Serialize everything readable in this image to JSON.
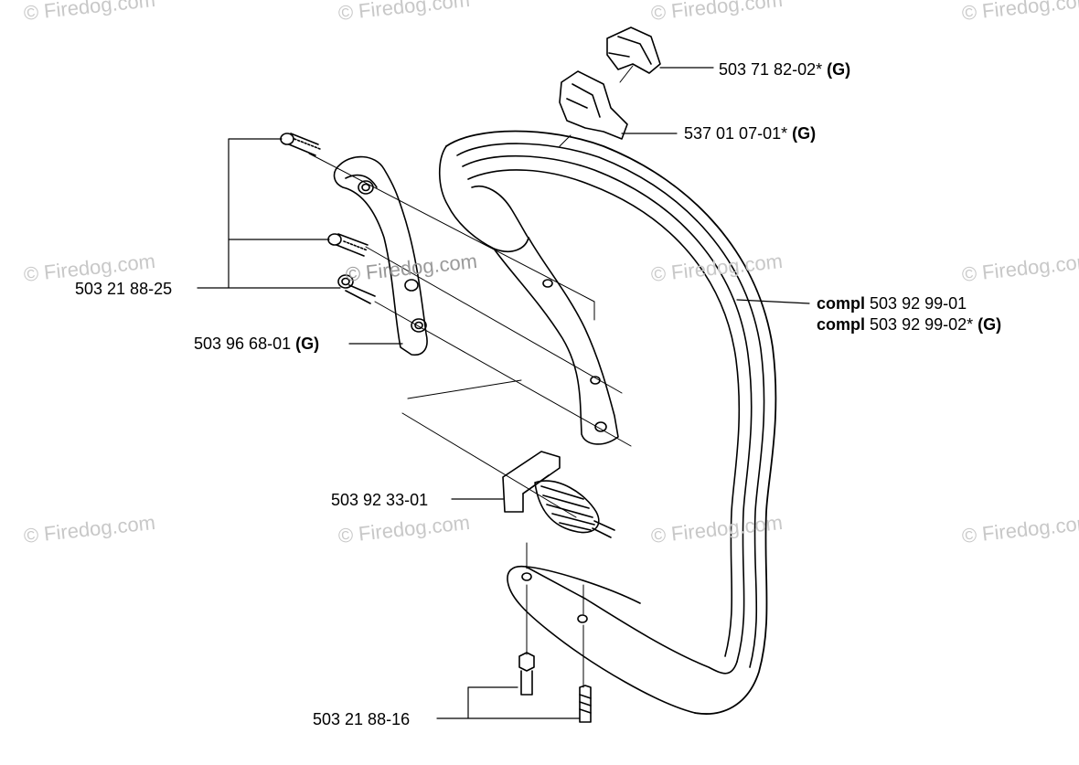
{
  "watermark": "© Firedog.com",
  "labels": {
    "p1": {
      "number": "503 71 82-02*",
      "suffix": "(G)"
    },
    "p2": {
      "number": "537 01 07-01*",
      "suffix": "(G)"
    },
    "p3": {
      "number": "503 21 88-25"
    },
    "p4": {
      "number": "503 96 68-01",
      "suffix": "(G)"
    },
    "p5": {
      "prefix": "compl",
      "number": "503 92 99-01"
    },
    "p6": {
      "prefix": "compl",
      "number": "503 92 99-02*",
      "suffix": "(G)"
    },
    "p7": {
      "number": "503 92 33-01"
    },
    "p8": {
      "number": "503 21 88-16"
    }
  }
}
